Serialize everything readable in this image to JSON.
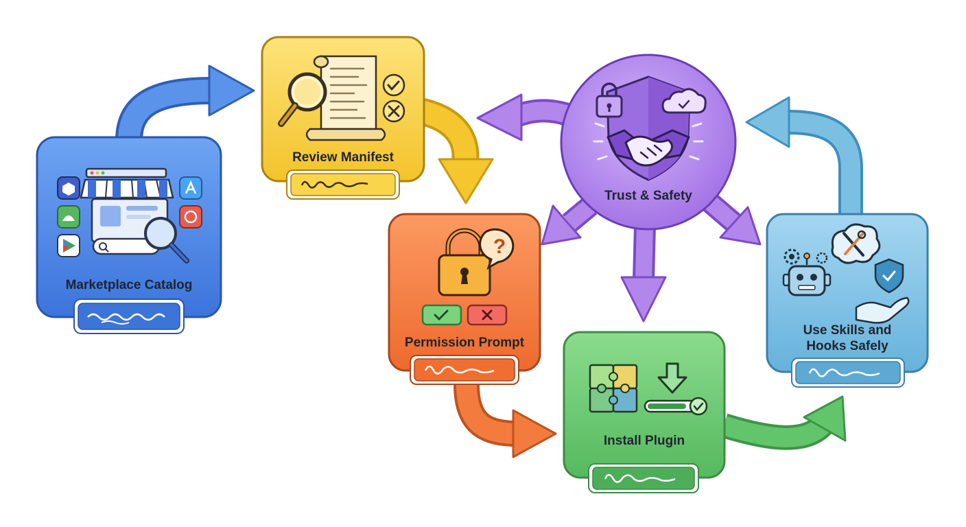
{
  "diagram": {
    "nodes": {
      "marketplace": {
        "label": "Marketplace Catalog",
        "color": "#4a86e8"
      },
      "review": {
        "label": "Review Manifest",
        "color": "#f6cc33"
      },
      "trust": {
        "label": "Trust & Safety",
        "color": "#b386ec"
      },
      "permission": {
        "label": "Permission Prompt",
        "color": "#f47b3e"
      },
      "install": {
        "label": "Install Plugin",
        "color": "#63c56b"
      },
      "skills": {
        "line1": "Use Skills and",
        "line2": "Hooks Safely",
        "color": "#7bc0e3"
      }
    }
  }
}
